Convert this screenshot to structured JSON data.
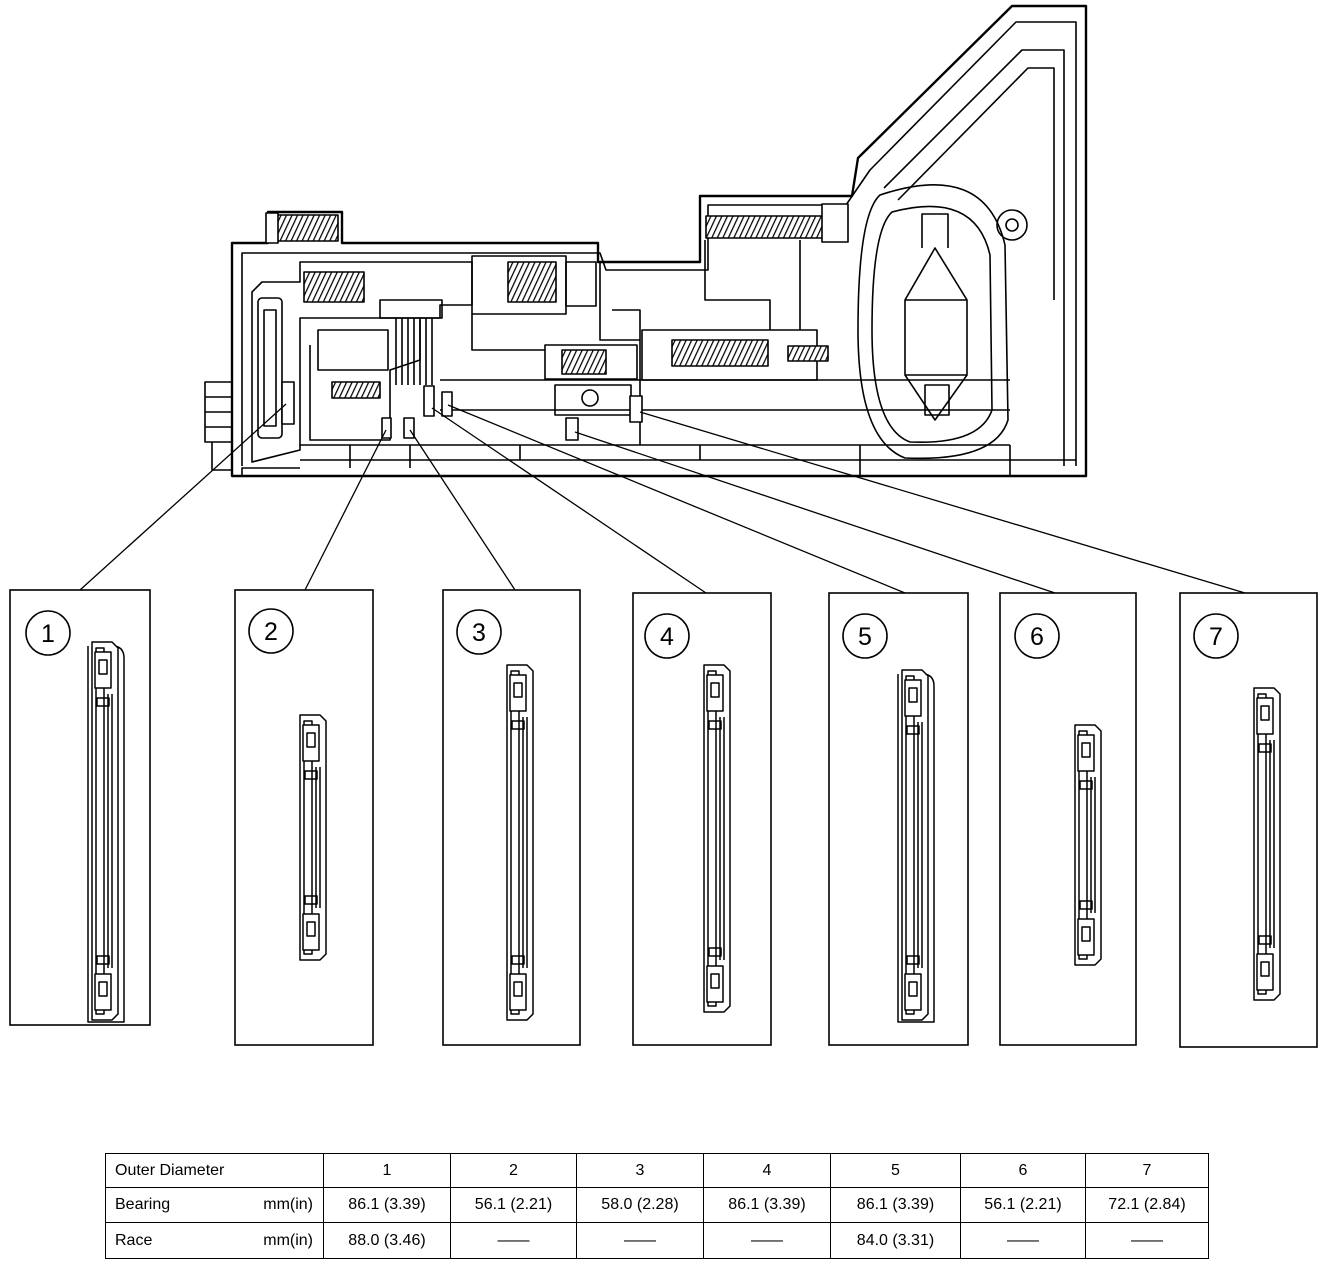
{
  "callouts": [
    {
      "number": "1"
    },
    {
      "number": "2"
    },
    {
      "number": "3"
    },
    {
      "number": "4"
    },
    {
      "number": "5"
    },
    {
      "number": "6"
    },
    {
      "number": "7"
    }
  ],
  "table": {
    "header": {
      "label": "Outer Diameter",
      "columns": [
        "1",
        "2",
        "3",
        "4",
        "5",
        "6",
        "7"
      ]
    },
    "rows": [
      {
        "label": "Bearing",
        "unit": "mm(in)",
        "values": [
          "86.1 (3.39)",
          "56.1 (2.21)",
          "58.0 (2.28)",
          "86.1 (3.39)",
          "86.1 (3.39)",
          "56.1 (2.21)",
          "72.1 (2.84)"
        ]
      },
      {
        "label": "Race",
        "unit": "mm(in)",
        "values": [
          "88.0 (3.46)",
          "——",
          "——",
          "——",
          "84.0 (3.31)",
          "——",
          "——"
        ]
      }
    ]
  }
}
